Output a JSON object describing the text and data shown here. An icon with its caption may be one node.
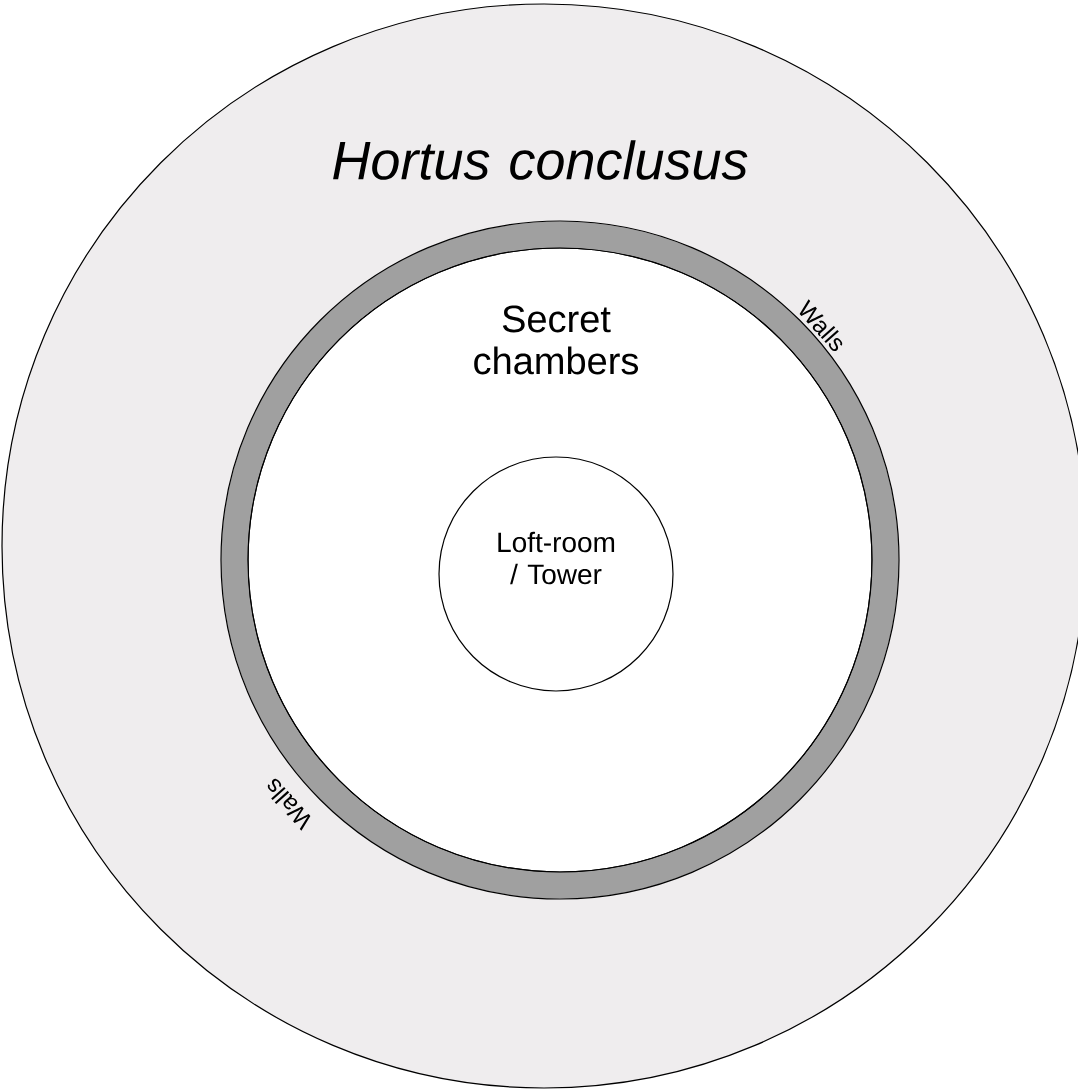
{
  "diagram": {
    "nodes": [
      {
        "text": [
          "Hortus conclusus"
        ]
      },
      {
        "text": [
          "Secret chambers"
        ],
        "in": 0
      },
      {
        "text": [
          "Loft-room / Tower"
        ],
        "in": 1
      }
    ],
    "labels": [
      "Walls",
      "Walls"
    ]
  }
}
